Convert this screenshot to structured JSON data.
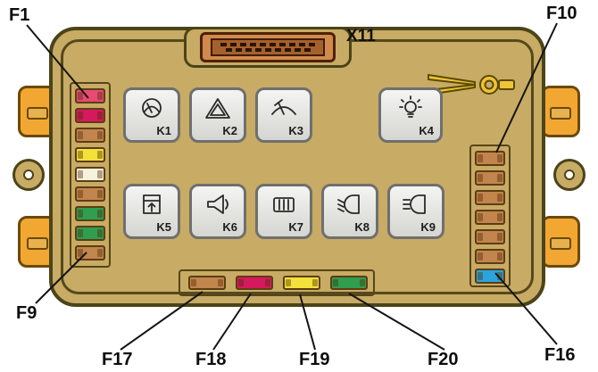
{
  "diagram": {
    "connector": {
      "label": "X11",
      "slot_rows": [
        10,
        9
      ]
    },
    "relays": [
      {
        "label": "K1",
        "icon": "intermittent-wiper-icon"
      },
      {
        "label": "K2",
        "icon": "hazard-triangle-icon"
      },
      {
        "label": "K3",
        "icon": "windshield-wiper-icon"
      },
      {
        "label": "K4",
        "icon": "lamp-check-icon"
      },
      {
        "label": "K5",
        "icon": "power-window-icon"
      },
      {
        "label": "K6",
        "icon": "horn-icon"
      },
      {
        "label": "K7",
        "icon": "rear-defogger-icon"
      },
      {
        "label": "K8",
        "icon": "low-beam-icon"
      },
      {
        "label": "K9",
        "icon": "high-beam-icon"
      }
    ],
    "fuses": {
      "left_column": {
        "first": "F1",
        "last": "F9",
        "colors": [
          "#e84a72",
          "#d6195e",
          "#c2854e",
          "#f2e23a",
          "#f7f2dd",
          "#c2854e",
          "#2f9e4f",
          "#2f9e4f",
          "#c2854e"
        ]
      },
      "right_column": {
        "first": "F10",
        "last": "F16",
        "colors": [
          "#c2854e",
          "#c2854e",
          "#c2854e",
          "#c2854e",
          "#c2854e",
          "#c2854e",
          "#2aa5dc"
        ]
      },
      "bottom_row": {
        "first": "F17",
        "last": "F20",
        "colors": [
          "#c2854e",
          "#d6195e",
          "#f2e23a",
          "#2f9e4f"
        ]
      }
    },
    "callouts": {
      "f1": "F1",
      "f9": "F9",
      "f10": "F10",
      "f16": "F16",
      "f17": "F17",
      "f18": "F18",
      "f19": "F19",
      "f20": "F20"
    },
    "colors": {
      "body": "#c8ab64",
      "outline": "#4c4419",
      "tab": "#f2a733",
      "connector_shell": "#d08a4c",
      "connector_plate": "#a5612c",
      "fuse_tan": "#c2854e",
      "fuse_blue": "#2aa5dc"
    }
  }
}
